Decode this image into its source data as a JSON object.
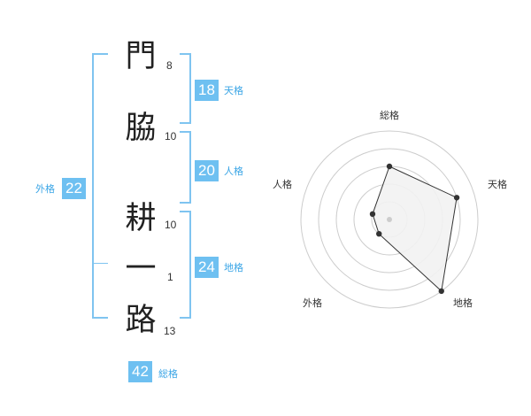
{
  "name": {
    "chars": [
      {
        "char": "門",
        "strokes": "8"
      },
      {
        "char": "脇",
        "strokes": "10"
      },
      {
        "char": "耕",
        "strokes": "10"
      },
      {
        "char": "一",
        "strokes": "1"
      },
      {
        "char": "路",
        "strokes": "13"
      }
    ]
  },
  "fortune": {
    "tenkaku": {
      "value": "18",
      "label": "天格"
    },
    "jinkaku": {
      "value": "20",
      "label": "人格"
    },
    "chikaku": {
      "value": "24",
      "label": "地格"
    },
    "gaikaku": {
      "value": "22",
      "label": "外格"
    },
    "soukaku": {
      "value": "42",
      "label": "総格"
    }
  },
  "radar": {
    "axis_labels": {
      "soukaku": "総格",
      "tenkaku": "天格",
      "chikaku": "地格",
      "gaikaku": "外格",
      "jinkaku": "人格"
    },
    "scores": {
      "soukaku": 0.6,
      "tenkaku": 0.8,
      "chikaku": 1.0,
      "gaikaku": 0.2,
      "jinkaku": 0.2
    },
    "colors": {
      "fill": "#f2f2f2",
      "stroke": "#333333",
      "ring": "#cccccc",
      "dot": "#333333",
      "center": "#cccccc"
    }
  }
}
